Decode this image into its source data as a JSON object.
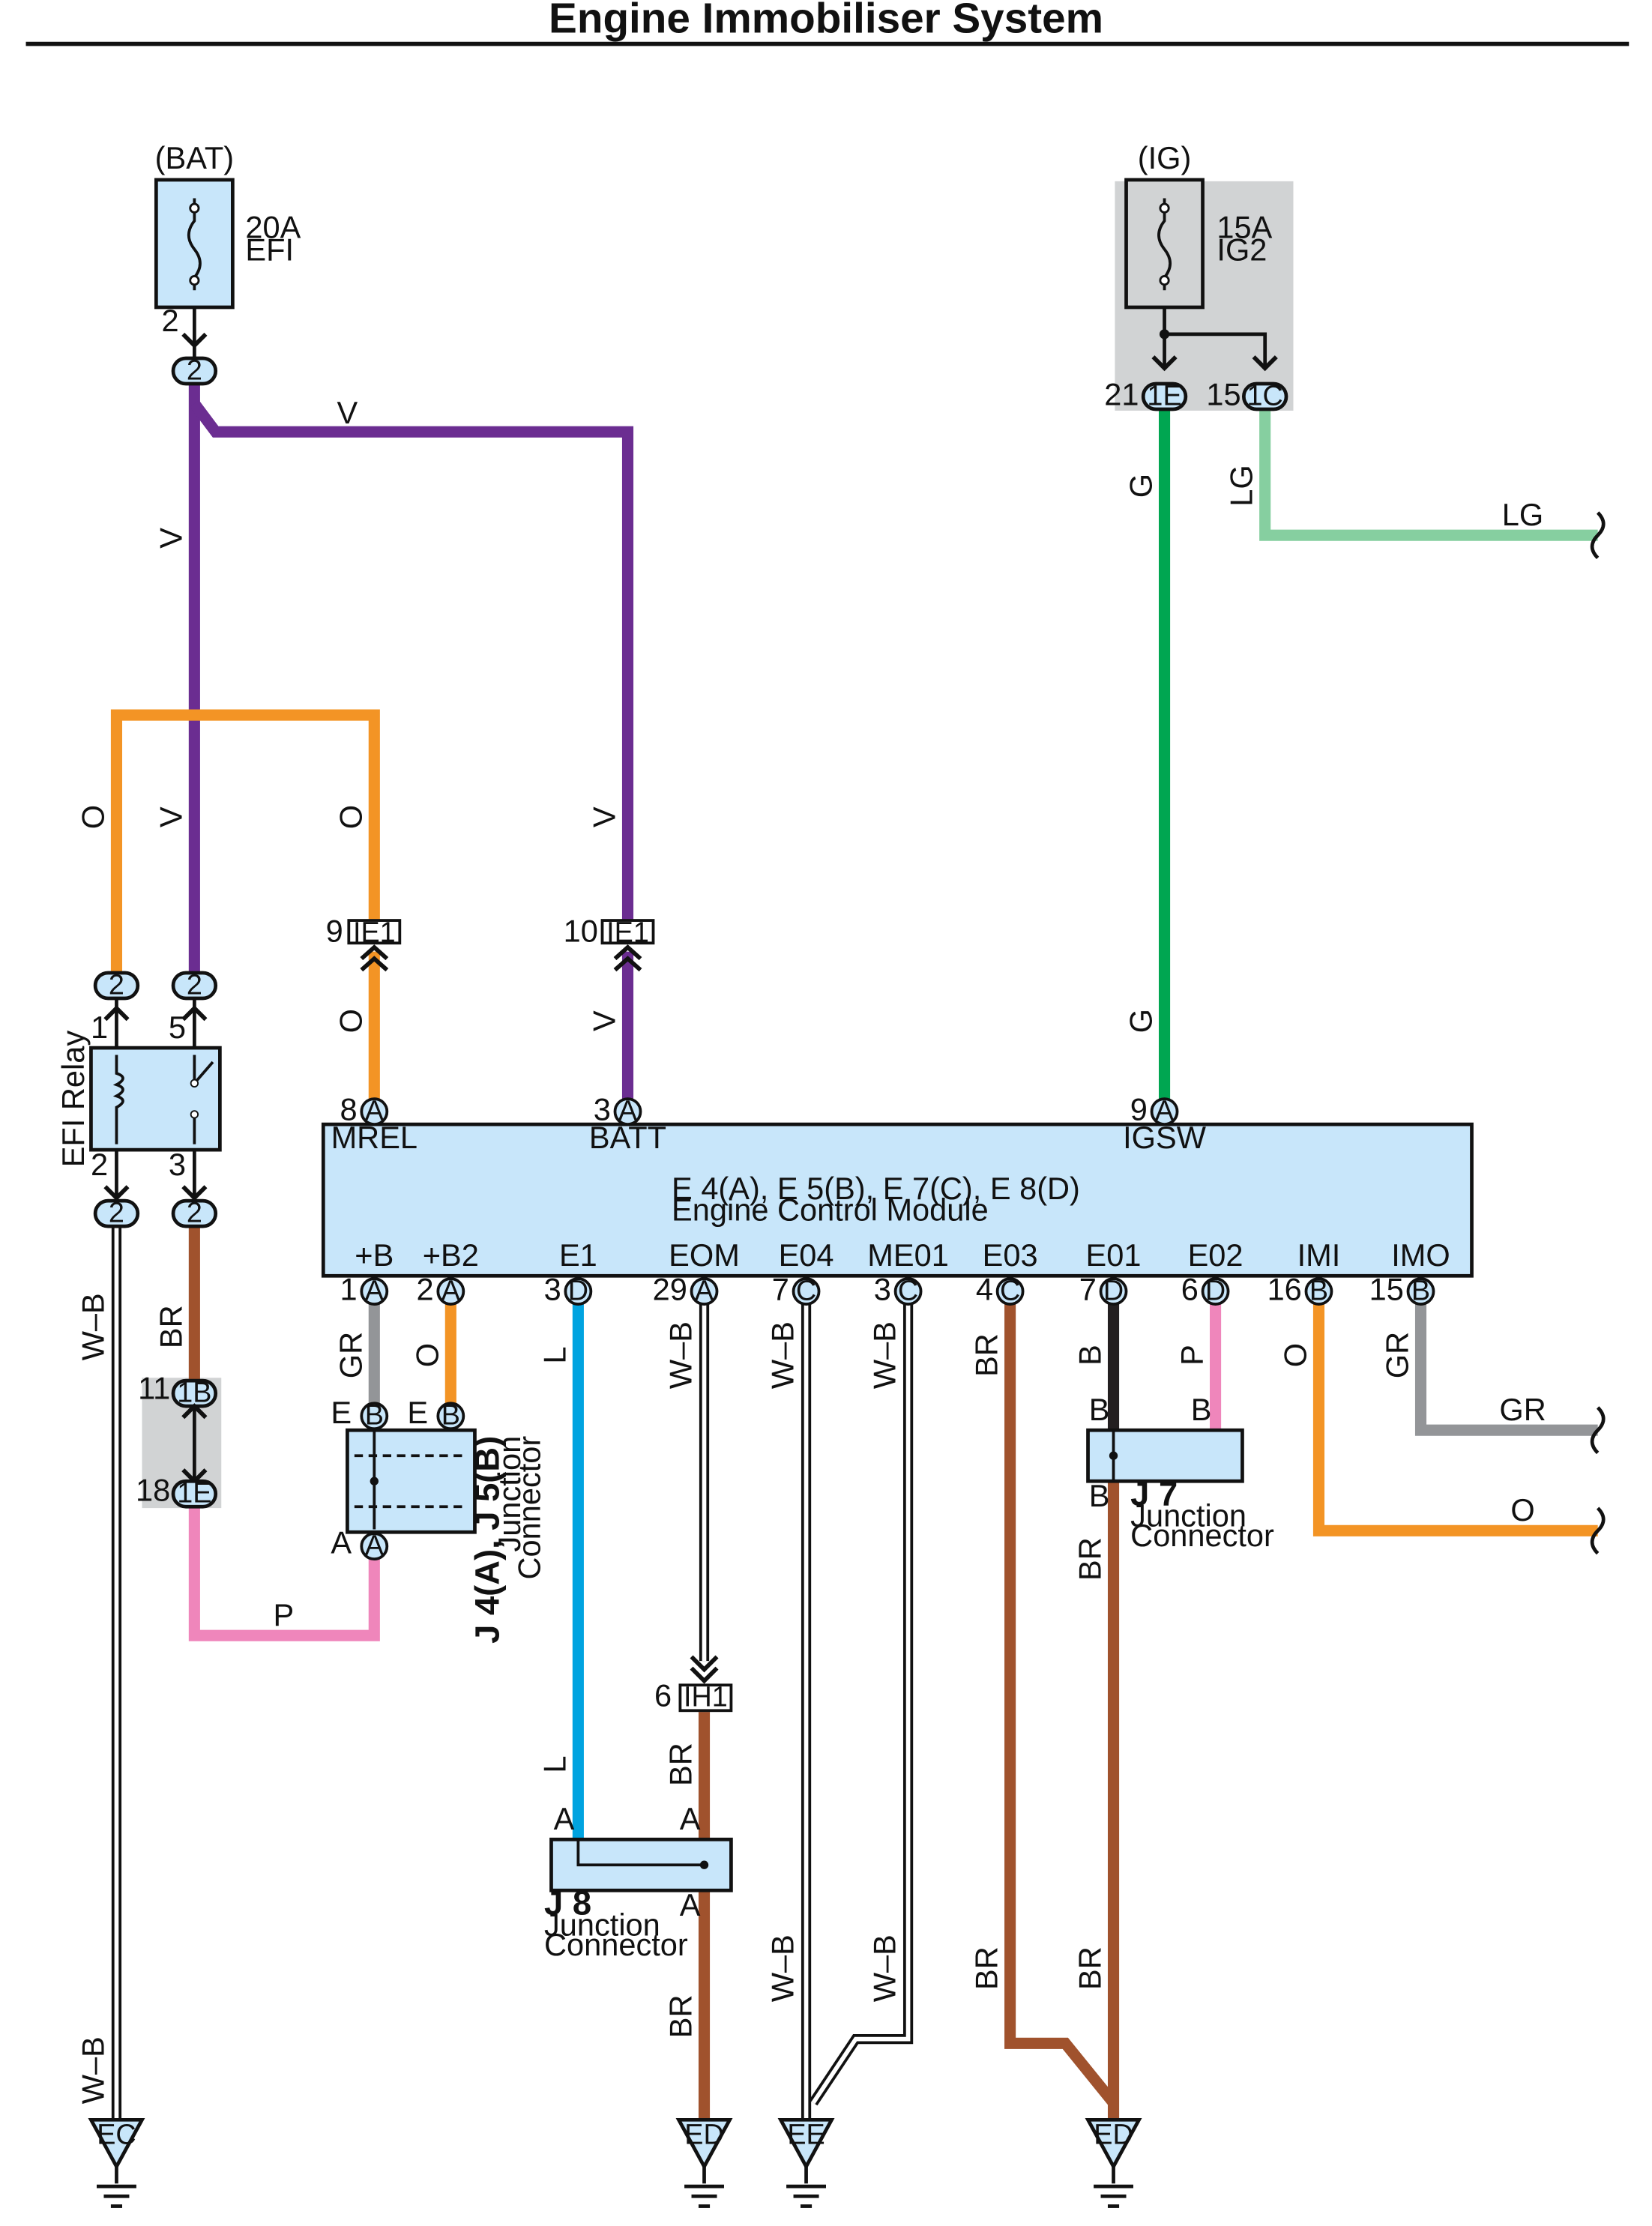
{
  "page": {
    "title": "Engine Immobiliser System"
  },
  "power": {
    "bat": {
      "source": "(BAT)",
      "amp": "20A",
      "name": "EFI",
      "pin": "2",
      "conn": "2"
    },
    "ig": {
      "source": "(IG)",
      "amp": "15A",
      "name": "IG2",
      "pin_1e": "21",
      "conn_1e": "1E",
      "pin_1c": "15",
      "conn_1c": "1C"
    }
  },
  "relay": {
    "name": "EFI Relay",
    "pin1": "1",
    "pin5": "5",
    "pin2": "2",
    "pin3": "3",
    "conn": "2"
  },
  "inline": {
    "pin9": "9",
    "pin10": "10",
    "conn_ie1": "IE1",
    "pin11": "11",
    "conn_1b": "1B",
    "pin18": "18",
    "conn_1e": "1E",
    "pin6": "6",
    "conn_ih1": "IH1"
  },
  "ecm": {
    "title": "E 4(A), E 5(B), E 7(C), E 8(D)",
    "subtitle": "Engine Control Module",
    "top_terminals": [
      {
        "name": "MREL",
        "pin": "8",
        "conn": "A"
      },
      {
        "name": "BATT",
        "pin": "3",
        "conn": "A"
      },
      {
        "name": "IGSW",
        "pin": "9",
        "conn": "A"
      }
    ],
    "bottom_terminals": [
      {
        "name": "+B",
        "pin": "1",
        "conn": "A"
      },
      {
        "name": "+B2",
        "pin": "2",
        "conn": "A"
      },
      {
        "name": "E1",
        "pin": "3",
        "conn": "D"
      },
      {
        "name": "EOM",
        "pin": "29",
        "conn": "A"
      },
      {
        "name": "E04",
        "pin": "7",
        "conn": "C"
      },
      {
        "name": "ME01",
        "pin": "3",
        "conn": "C"
      },
      {
        "name": "E03",
        "pin": "4",
        "conn": "C"
      },
      {
        "name": "E01",
        "pin": "7",
        "conn": "D"
      },
      {
        "name": "E02",
        "pin": "6",
        "conn": "D"
      },
      {
        "name": "IMI",
        "pin": "16",
        "conn": "B"
      },
      {
        "name": "IMO",
        "pin": "15",
        "conn": "B"
      }
    ]
  },
  "junctions": {
    "j4": {
      "name": "J 4(A), J 5(B)",
      "desc1": "Junction",
      "desc2": "Connector",
      "pin_e": "E",
      "conn_b": "B",
      "pin_a": "A",
      "conn_a": "A"
    },
    "j7": {
      "name": "J 7",
      "desc1": "Junction",
      "desc2": "Connector",
      "pin_b": "B"
    },
    "j8": {
      "name": "J 8",
      "desc1": "Junction",
      "desc2": "Connector",
      "pin_a": "A"
    }
  },
  "grounds": [
    "EC",
    "ED",
    "EE",
    "ED"
  ],
  "wire_colors": {
    "V": "#6b2d91",
    "O": "#f39425",
    "G": "#00a651",
    "LG": "#86cfa0",
    "BR": "#a0522d",
    "GR": "#939598",
    "L": "#00a3e0",
    "P": "#ef86bb",
    "B": "#231f20",
    "W-B": "#ffffff"
  },
  "wire_labels": {
    "V": "V",
    "O": "O",
    "G": "G",
    "LG": "LG",
    "BR": "BR",
    "GR": "GR",
    "L": "L",
    "P": "P",
    "B": "B",
    "WB": "W–B"
  }
}
